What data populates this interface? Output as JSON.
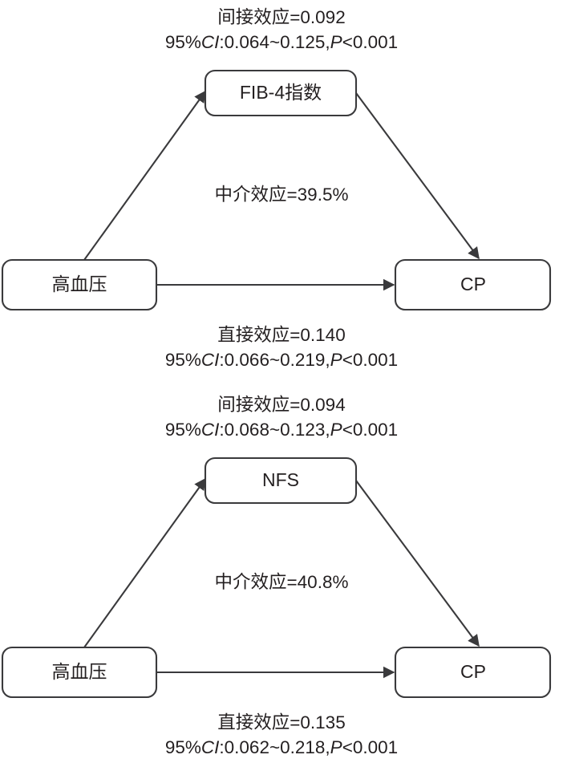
{
  "figures": [
    {
      "id": "fib4",
      "indirect_line1": "间接效应=0.092",
      "indirect_ci_prefix": "95%",
      "indirect_ci_italic": "CI",
      "indirect_ci_values": ":0.064~0.125,",
      "indirect_p_italic": "P",
      "indirect_p_value": "<0.001",
      "mediator_label": "FIB-4指数",
      "exposure_label": "高血压",
      "outcome_label": "CP",
      "mediation_label": "中介效应=39.5%",
      "direct_line1": "直接效应=0.140",
      "direct_ci_prefix": "95%",
      "direct_ci_italic": "CI",
      "direct_ci_values": ":0.066~0.219,",
      "direct_p_italic": "P",
      "direct_p_value": "<0.001"
    },
    {
      "id": "nfs",
      "indirect_line1": "间接效应=0.094",
      "indirect_ci_prefix": "95%",
      "indirect_ci_italic": "CI",
      "indirect_ci_values": ":0.068~0.123,",
      "indirect_p_italic": "P",
      "indirect_p_value": "<0.001",
      "mediator_label": "NFS",
      "exposure_label": "高血压",
      "outcome_label": "CP",
      "mediation_label": "中介效应=40.8%",
      "direct_line1": "直接效应=0.135",
      "direct_ci_prefix": "95%",
      "direct_ci_italic": "CI",
      "direct_ci_values": ":0.062~0.218,",
      "direct_p_italic": "P",
      "direct_p_value": "<0.001"
    }
  ],
  "chart_data": {
    "type": "diagram",
    "title": "",
    "diagram_kind": "mediation-path-model",
    "panels": [
      {
        "mediator": "FIB-4指数",
        "exposure": "高血压",
        "outcome": "CP",
        "indirect_effect": 0.092,
        "indirect_ci": [
          0.064,
          0.125
        ],
        "indirect_p": "<0.001",
        "direct_effect": 0.14,
        "direct_ci": [
          0.066,
          0.219
        ],
        "direct_p": "<0.001",
        "mediation_proportion_pct": 39.5
      },
      {
        "mediator": "NFS",
        "exposure": "高血压",
        "outcome": "CP",
        "indirect_effect": 0.094,
        "indirect_ci": [
          0.068,
          0.123
        ],
        "indirect_p": "<0.001",
        "direct_effect": 0.135,
        "direct_ci": [
          0.062,
          0.218
        ],
        "direct_p": "<0.001",
        "mediation_proportion_pct": 40.8
      }
    ],
    "colors": {
      "stroke": "#3a3a3c",
      "text": "#231f20",
      "background": "#ffffff"
    }
  }
}
